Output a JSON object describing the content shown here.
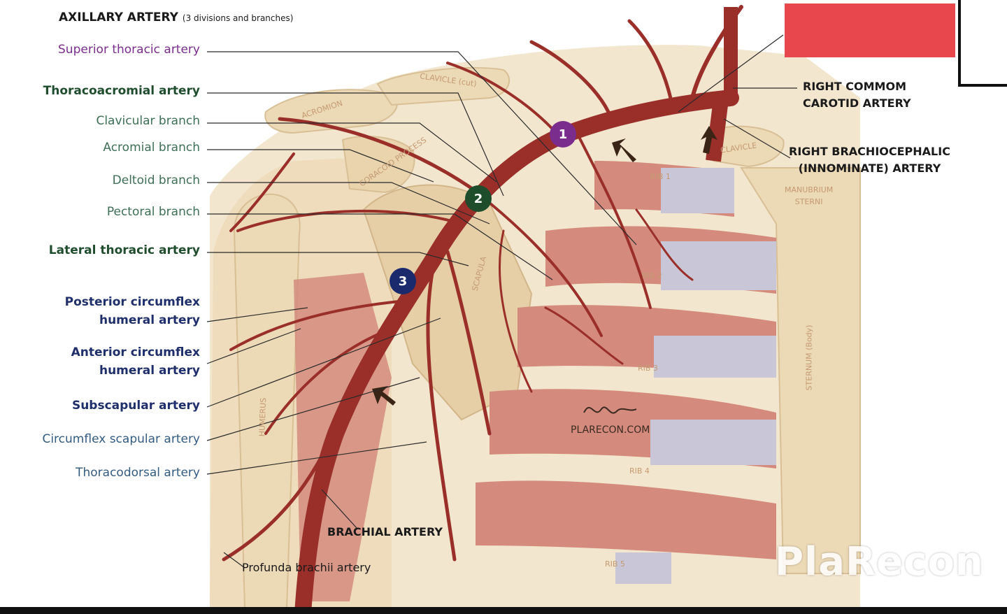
{
  "title": {
    "main": "AXILLARY ARTERY",
    "sub": "(3 divisions and branches)"
  },
  "left_labels": [
    {
      "key": "superior_thoracic",
      "text": "Superior thoracic artery"
    },
    {
      "key": "thoracoacromial",
      "text": "Thoracoacromial artery"
    },
    {
      "key": "clavicular",
      "text": "Clavicular branch"
    },
    {
      "key": "acromial",
      "text": "Acromial branch"
    },
    {
      "key": "deltoid",
      "text": "Deltoid branch"
    },
    {
      "key": "pectoral",
      "text": "Pectoral branch"
    },
    {
      "key": "lateral_thoracic",
      "text": "Lateral thoracic artery"
    },
    {
      "key": "posterior_circumflex",
      "lines": [
        "Posterior circumflex",
        "humeral artery"
      ]
    },
    {
      "key": "anterior_circumflex",
      "lines": [
        "Anterior circumflex",
        "humeral artery"
      ]
    },
    {
      "key": "subscapular",
      "text": "Subscapular artery"
    },
    {
      "key": "circumflex_scapular",
      "text": "Circumflex scapular artery"
    },
    {
      "key": "thoracodorsal",
      "text": "Thoracodorsal artery"
    }
  ],
  "right_labels": {
    "carotid": [
      "RIGHT COMMOM",
      "CAROTID ARTERY"
    ],
    "brachiocephalic": [
      "RIGHT BRACHIOCEPHALIC",
      "(INNOMINATE) ARTERY"
    ]
  },
  "bottom_labels": {
    "brachial": "BRACHIAL ARTERY",
    "profunda": "Profunda brachii artery"
  },
  "division_markers": [
    "1",
    "2",
    "3"
  ],
  "bone_labels": {
    "clavicle_left": "CLAVICLE (cut)",
    "acromion": "ACROMION",
    "coracoid": "CORACOID PROCESS",
    "scapula": "SCAPULA",
    "humerus": "HUMERUS",
    "rib1": "RIB 1",
    "rib2": "RIB 2",
    "rib3": "RIB 3",
    "rib4": "RIB 4",
    "rib5": "RIB 5",
    "clavicle_right": "CLAVICLE",
    "manubrium": [
      "MANUBRIUM",
      "STERNI"
    ],
    "sternum": "STERNUM (Body)"
  },
  "signature": "PLARECON.COM",
  "watermark": "PlaRecon",
  "colors": {
    "artery": "#9a2f2a",
    "bone": "#ecd9b6",
    "muscle": "#d48b7e",
    "cartilage": "#c9c6d8",
    "skin": "#f3e6cf",
    "red_box": "#e8474d",
    "division_1": "#7b2d8e",
    "division_2": "#1d4d2b",
    "division_3": "#1a2a6c"
  }
}
